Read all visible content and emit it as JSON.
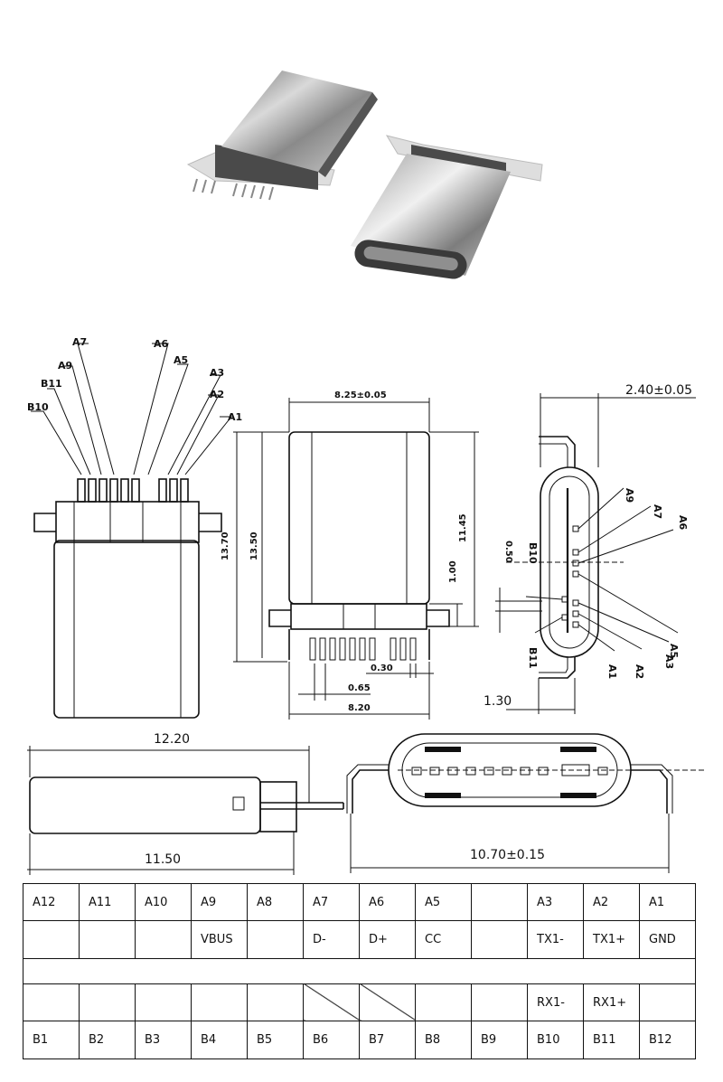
{
  "front_view": {
    "pin_labels": [
      "A7",
      "A6",
      "A9",
      "A5",
      "B11",
      "A3",
      "A2",
      "B10",
      "A1"
    ]
  },
  "top_view": {
    "width_dim": "8.25±0.05",
    "height_outer": "13.70",
    "height_inner": "13.50",
    "height_right": "11.45",
    "pad_height": "1.00",
    "pitch_small": "0.30",
    "pitch_mid": "0.65",
    "span_bottom": "8.20"
  },
  "side_view": {
    "thickness_dim": "2.40±0.05",
    "gap_dim": "0.50",
    "offset_dim": "1.30",
    "pin_labels_top": [
      "A9",
      "A7",
      "A6"
    ],
    "pin_label_b10": "B10",
    "pin_label_b11": "B11",
    "pin_labels_bottom": [
      "A1",
      "A2",
      "A3",
      "A5"
    ]
  },
  "length_view": {
    "overall_length": "12.20",
    "body_length": "11.50"
  },
  "end_view": {
    "width_dim": "10.70±0.15"
  },
  "pin_table": {
    "row_a_pins": [
      "A12",
      "A11",
      "A10",
      "A9",
      "A8",
      "A7",
      "A6",
      "A5",
      "",
      "A3",
      "A2",
      "A1"
    ],
    "row_a_signals": [
      "",
      "",
      "",
      "VBUS",
      "",
      "D-",
      "D+",
      "CC",
      "",
      "TX1-",
      "TX1+",
      "GND"
    ],
    "row_b_signals": [
      "",
      "",
      "",
      "",
      "",
      "",
      "",
      "",
      "",
      "RX1-",
      "RX1+",
      ""
    ],
    "row_b_pins": [
      "B1",
      "B2",
      "B3",
      "B4",
      "B5",
      "B6",
      "B7",
      "B8",
      "B9",
      "B10",
      "B11",
      "B12"
    ]
  }
}
